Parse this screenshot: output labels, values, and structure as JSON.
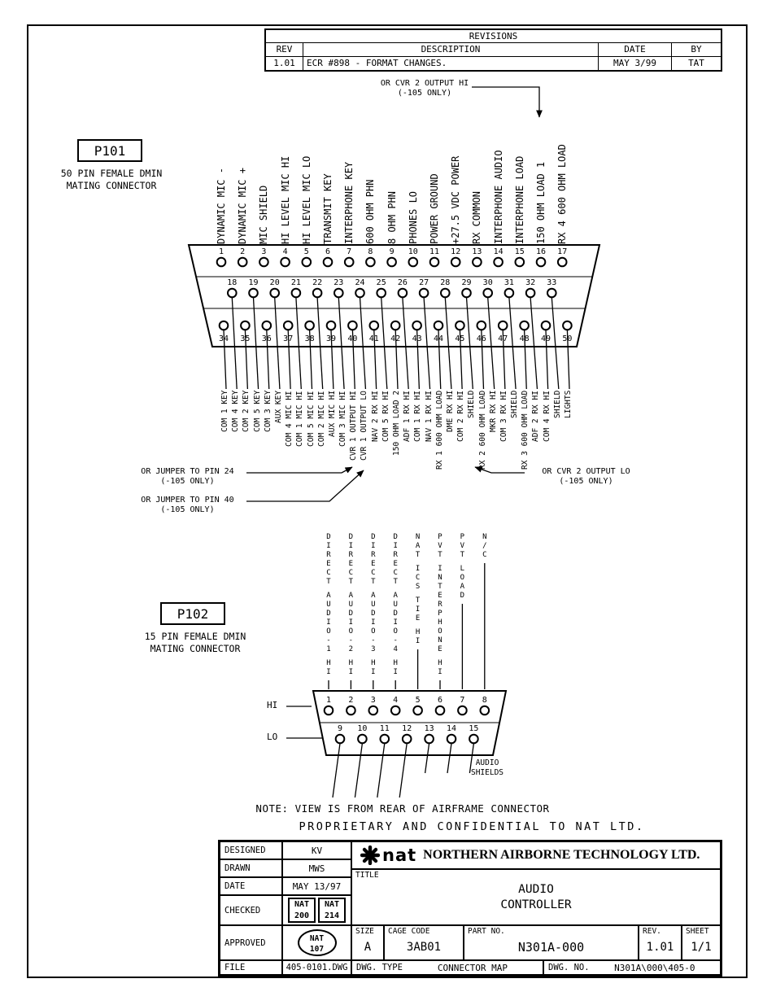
{
  "revisions": {
    "title": "REVISIONS",
    "headers": [
      "REV",
      "DESCRIPTION",
      "DATE",
      "BY"
    ],
    "rows": [
      [
        "1.01",
        "ECR #898 - FORMAT CHANGES.",
        "MAY 3/99",
        "TAT"
      ]
    ]
  },
  "p101": {
    "label": "P101",
    "desc1": "50 PIN FEMALE DMIN",
    "desc2": "MATING CONNECTOR",
    "top_labels": [
      "DYNAMIC MIC -",
      "DYNAMIC MIC +",
      "MIC SHIELD",
      "HI LEVEL MIC HI",
      "HI LEVEL MIC LO",
      "TRANSMIT KEY",
      "INTERPHONE KEY",
      "600 OHM PHN",
      "8 OHM PHN",
      "PHONES LO",
      "POWER GROUND",
      "+27.5 VDC POWER",
      "RX COMMON",
      "INTERPHONE AUDIO",
      "INTERPHONE LOAD",
      "150 OHM LOAD 1",
      "RX 4 600 OHM LOAD"
    ],
    "rows": [
      [
        1,
        2,
        3,
        4,
        5,
        6,
        7,
        8,
        9,
        10,
        11,
        12,
        13,
        14,
        15,
        16,
        17
      ],
      [
        18,
        19,
        20,
        21,
        22,
        23,
        24,
        25,
        26,
        27,
        28,
        29,
        30,
        31,
        32,
        33
      ],
      [
        34,
        35,
        36,
        37,
        38,
        39,
        40,
        41,
        42,
        43,
        44,
        45,
        46,
        47,
        48,
        49,
        50
      ]
    ],
    "bottom_labels": [
      "COM 1 KEY",
      "COM 4 KEY",
      "COM 2 KEY",
      "COM 5 KEY",
      "COM 3 KEY",
      "AUX KEY",
      "COM 4 MIC HI",
      "COM 1 MIC HI",
      "COM 5 MIC HI",
      "COM 2 MIC HI",
      "AUX MIC HI",
      "COM 3 MIC HI",
      "CVR 1 OUTPUT HI",
      "CVR 1 OUTPUT LO",
      "NAV 2 RX HI",
      "COM 5 RX HI",
      "150 OHM LOAD 2",
      "ADF 1 RX HI",
      "COM 1 RX HI",
      "NAV 1 RX HI",
      "RX 1 600 OHM LOAD",
      "DME RX HI",
      "COM 2 RX HI",
      "SHIELD",
      "RX 2 600 OHM LOAD",
      "MKR RX HI",
      "COM 3 RX HI",
      "SHIELD",
      "RX 3 600 OHM LOAD",
      "ADF 2 RX HI",
      "COM 4 RX HI",
      "SHIELD",
      "LIGHTS"
    ]
  },
  "p102": {
    "label": "P102",
    "desc1": "15 PIN FEMALE DMIN",
    "desc2": "MATING CONNECTOR",
    "top_labels": [
      [
        "DIRECT",
        "AUDIO-1",
        "HI"
      ],
      [
        "DIRECT",
        "AUDIO-2",
        "HI"
      ],
      [
        "DIRECT",
        "AUDIO-3",
        "HI"
      ],
      [
        "DIRECT",
        "AUDIO-4",
        "HI"
      ],
      [
        "NAT",
        "ICS",
        "TIE",
        "HI"
      ],
      [
        "PVT",
        "INTERPHONE",
        "HI"
      ],
      [
        "PVT",
        "LOAD"
      ],
      [
        "N/C"
      ]
    ],
    "rows": [
      [
        1,
        2,
        3,
        4,
        5,
        6,
        7,
        8
      ],
      [
        9,
        10,
        11,
        12,
        13,
        14,
        15
      ]
    ],
    "hi": "HI",
    "lo": "LO",
    "audio_shields": [
      "AUDIO",
      "SHIELDS"
    ]
  },
  "annotations": {
    "cvr2_hi": {
      "l1": "OR CVR 2 OUTPUT HI",
      "l2": "(-105 ONLY)"
    },
    "jumper24": {
      "l1": "OR JUMPER TO PIN 24",
      "l2": "(-105 ONLY)"
    },
    "jumper40": {
      "l1": "OR JUMPER TO PIN 40",
      "l2": "(-105 ONLY)"
    },
    "cvr2_lo": {
      "l1": "OR CVR 2 OUTPUT LO",
      "l2": "(-105 ONLY)"
    }
  },
  "note": "NOTE:  VIEW IS FROM REAR OF AIRFRAME CONNECTOR",
  "proprietary": "PROPRIETARY AND CONFIDENTIAL TO NAT LTD.",
  "title_block": {
    "designed_label": "DESIGNED",
    "designed": "KV",
    "drawn_label": "DRAWN",
    "drawn": "MWS",
    "date_label": "DATE",
    "date": "MAY 13/97",
    "checked_label": "CHECKED",
    "stamps": [
      {
        "l1": "NAT",
        "l2": "200"
      },
      {
        "l1": "NAT",
        "l2": "214"
      }
    ],
    "approved_label": "APPROVED",
    "approved_stamp": {
      "l1": "NAT",
      "l2": "107"
    },
    "file_label": "FILE",
    "file": "405-0101.DWG",
    "logo_text": "nat",
    "company": "NORTHERN AIRBORNE TECHNOLOGY LTD.",
    "title_label": "TITLE",
    "title_line1": "AUDIO",
    "title_line2": "CONTROLLER",
    "size_label": "SIZE",
    "size": "A",
    "cage_label": "CAGE CODE",
    "cage": "3AB01",
    "part_label": "PART NO.",
    "part": "N301A-000",
    "rev_label": "REV.",
    "rev": "1.01",
    "sheet_label": "SHEET",
    "sheet": "1/1",
    "dwg_type_label": "DWG. TYPE",
    "dwg_type": "CONNECTOR MAP",
    "dwg_no_label": "DWG. NO.",
    "dwg_no": "N301A\\000\\405-0"
  }
}
